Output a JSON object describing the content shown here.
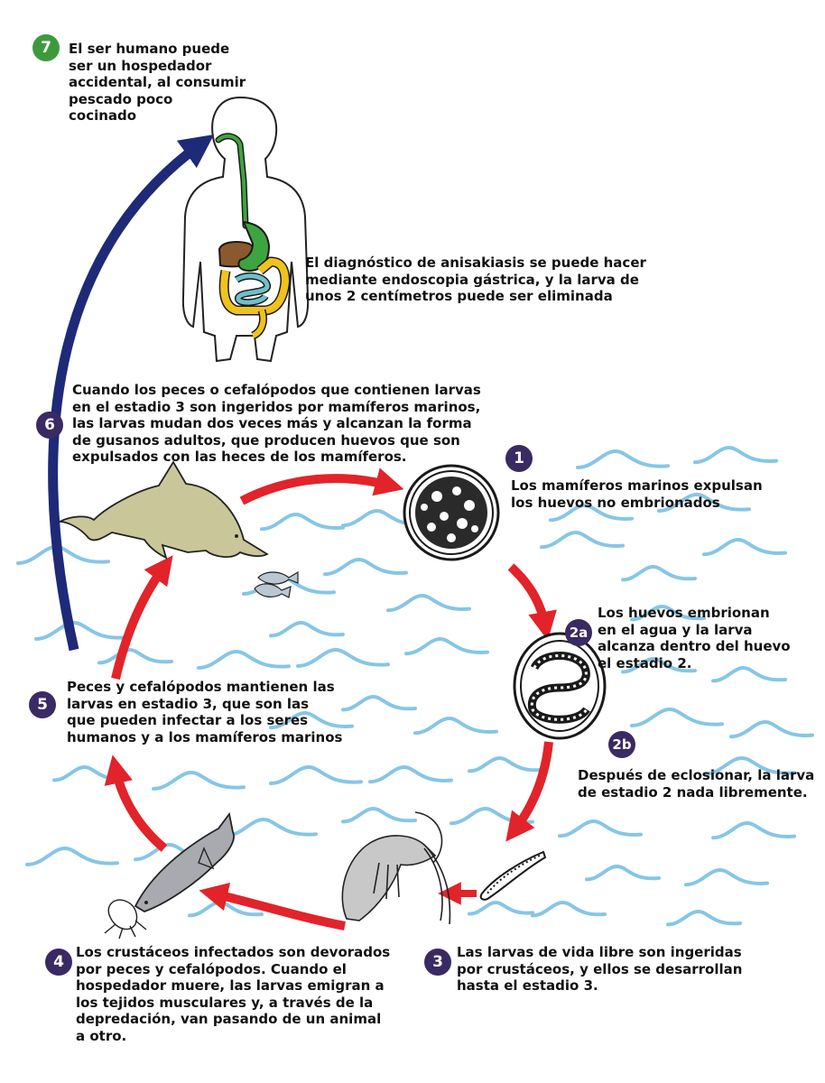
{
  "colors": {
    "water": "#86c6e6",
    "cycle_arrow": "#e2232a",
    "human_arrow": "#1e2a78",
    "step_badge": "#3a2a63",
    "human_badge": "#3c9a3c",
    "dolphin": "#c9c79a",
    "liver": "#8a5a2e",
    "stomach": "#3ea43e",
    "large_intestine": "#f0c21c",
    "small_intestine": "#6fc0c9"
  },
  "steps": {
    "s7": {
      "badge": "7",
      "lines": [
        "El ser humano puede",
        "ser un hospedador",
        "accidental, al consumir",
        "pescado poco",
        "cocinado"
      ]
    },
    "diagnosis": {
      "lines": [
        "El diagnóstico de anisakiasis se puede hacer",
        "mediante endoscopia gástrica, y la larva de",
        "unos 2 centímetros puede ser eliminada"
      ]
    },
    "s6": {
      "badge": "6",
      "lines": [
        "Cuando los peces o cefalópodos que contienen larvas",
        "en el estadio 3 son ingeridos por mamíferos marinos,",
        "las larvas mudan dos veces más y alcanzan la forma",
        "de gusanos adultos, que producen huevos que son",
        "expulsados con las heces de los mamíferos."
      ]
    },
    "s1": {
      "badge": "1",
      "lines": [
        "Los mamíferos marinos expulsan",
        "los huevos no embrionados"
      ]
    },
    "s2a": {
      "badge": "2a",
      "lines": [
        "Los huevos embrionan",
        "en el agua y la larva",
        "alcanza dentro del huevo",
        "el estadio 2."
      ]
    },
    "s2b": {
      "badge": "2b",
      "lines": [
        "Después de eclosionar, la larva",
        "de estadio 2 nada libremente."
      ]
    },
    "s5": {
      "badge": "5",
      "lines": [
        "Peces y cefalópodos mantienen las",
        "larvas en estadio 3, que son las",
        "que pueden infectar a los seres",
        "humanos y a los mamíferos marinos"
      ]
    },
    "s4": {
      "badge": "4",
      "lines": [
        "Los crustáceos infectados son devorados",
        "por peces y cefalópodos. Cuando el",
        "hospedador muere, las larvas emigran a",
        "los tejidos musculares y, a través de la",
        "depredación, van pasando de un animal",
        "a otro."
      ]
    },
    "s3": {
      "badge": "3",
      "lines": [
        "Las larvas de vida libre son ingeridas",
        "por crustáceos, y ellos se desarrollan",
        "hasta el estadio 3."
      ]
    }
  }
}
